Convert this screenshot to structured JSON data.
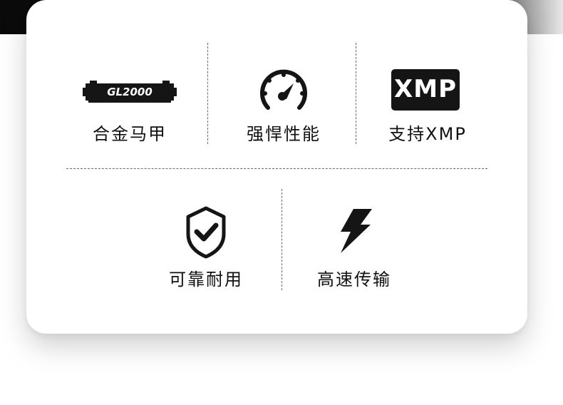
{
  "features": [
    {
      "label": "合金马甲",
      "icon": "ram-module-icon",
      "badge_text": "GL2000"
    },
    {
      "label": "强悍性能",
      "icon": "speedometer-icon"
    },
    {
      "label": "支持XMP",
      "icon": "xmp-badge-icon",
      "badge_text": "XMP"
    },
    {
      "label": "可靠耐用",
      "icon": "shield-check-icon"
    },
    {
      "label": "高速传输",
      "icon": "lightning-bolt-icon"
    }
  ],
  "colors": {
    "icon": "#151515",
    "text": "#111111",
    "card": "#ffffff",
    "band": "#0a0a0a"
  }
}
